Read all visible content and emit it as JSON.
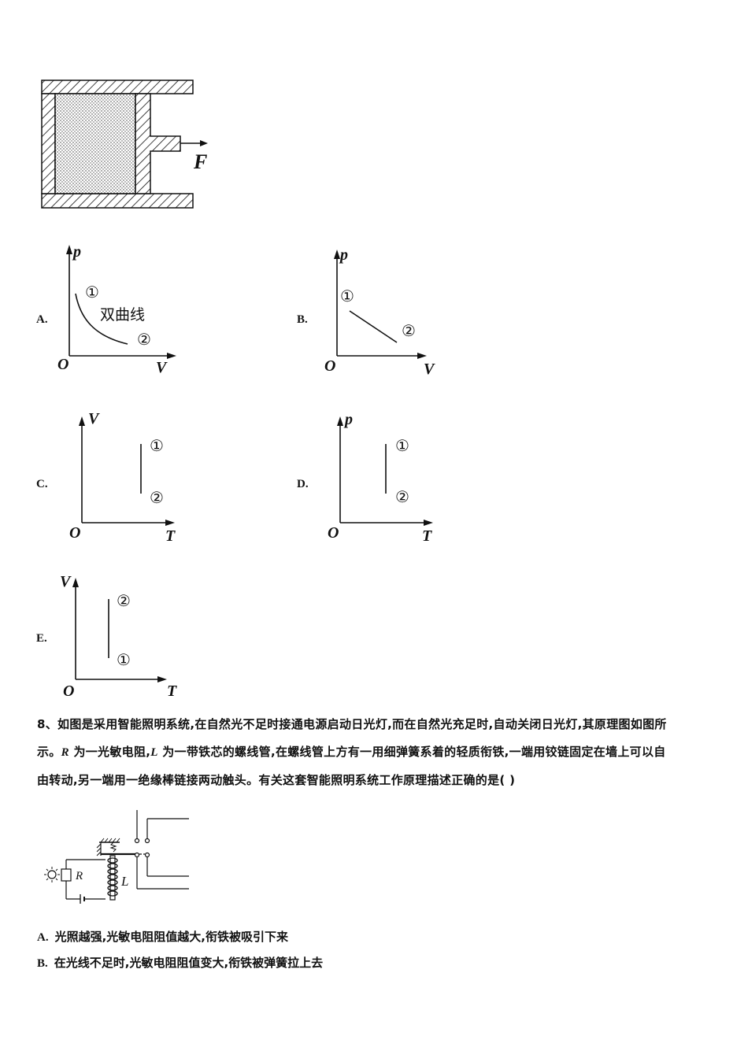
{
  "piston_figure": {
    "force_label": "F"
  },
  "graph_options": [
    {
      "key": "A.",
      "y_axis": "p",
      "x_axis": "V",
      "origin": "O",
      "start": "①",
      "end": "②",
      "curve_label": "双曲线"
    },
    {
      "key": "B.",
      "y_axis": "p",
      "x_axis": "V",
      "origin": "O",
      "start": "①",
      "end": "②"
    },
    {
      "key": "C.",
      "y_axis": "V",
      "x_axis": "T",
      "origin": "O",
      "top": "①",
      "bottom": "②"
    },
    {
      "key": "D.",
      "y_axis": "p",
      "x_axis": "T",
      "origin": "O",
      "top": "①",
      "bottom": "②"
    },
    {
      "key": "E.",
      "y_axis": "V",
      "x_axis": "T",
      "origin": "O",
      "top": "②",
      "bottom": "①"
    }
  ],
  "question8": {
    "line1": "8、如图是采用智能照明系统,在自然光不足时接通电源启动日光灯,而在自然光充足时,自动关闭日光灯,其原理图如图所",
    "line2_a": "示。",
    "line2_R": "R",
    "line2_b": " 为一光敏电阻,",
    "line2_L": "L",
    "line2_c": " 为一带铁芯的螺线管,在螺线管上方有一用细弹簧系着的轻质衔铁,一端用铰链固定在墙上可以自",
    "line3": "由转动,另一端用一绝缘棒链接两动触头。有关这套智能照明系统工作原理描述正确的是(        )",
    "circuit_labels": {
      "resistor": "R",
      "coil": "L"
    }
  },
  "answers": [
    {
      "key": "A.",
      "text": "光照越强,光敏电阻阻值越大,衔铁被吸引下来"
    },
    {
      "key": "B.",
      "text": "在光线不足时,光敏电阻阻值变大,衔铁被弹簧拉上去"
    }
  ],
  "colors": {
    "ink": "#111111",
    "background": "#ffffff"
  }
}
